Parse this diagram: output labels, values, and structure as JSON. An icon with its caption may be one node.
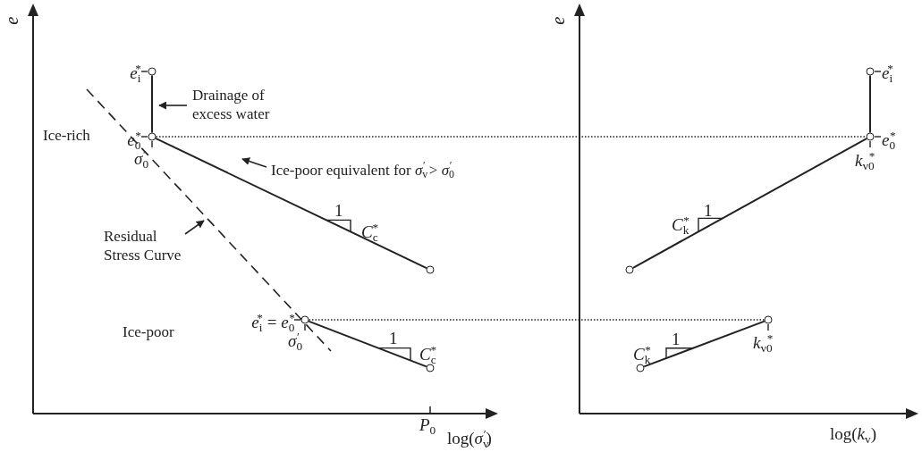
{
  "diagram": {
    "nodes": [
      {
        "text": [],
        "shape": "circle",
        "beside": [
          "*e*$_{i}$$^{*}$"
        ]
      },
      {
        "text": [],
        "shape": "circle",
        "beside": [
          "*e*$_{0}$$^{*}$",
          "*σ*$_{0}$$^{′}$"
        ]
      },
      {
        "text": [],
        "shape": "circle"
      },
      {
        "text": [],
        "shape": "circle",
        "beside": [
          "*e*$_{i}$$^{*}$ = *e*$_{0}$$^{*}$",
          "*σ*$_{0}$$^{′}$"
        ]
      },
      {
        "text": [],
        "shape": "circle"
      },
      {
        "text": [],
        "shape": "circle",
        "beside": [
          "*e*$_{i}$$^{*}$"
        ]
      },
      {
        "text": [],
        "shape": "circle",
        "beside": [
          "*e*$_{0}$$^{*}$",
          "*k*$_{v0}$$^{*}$"
        ]
      },
      {
        "text": [],
        "shape": "circle"
      },
      {
        "text": [],
        "shape": "circle",
        "beside": [
          "*k*$_{v0}$$^{*}$"
        ]
      },
      {
        "text": [],
        "shape": "circle"
      },
      {
        "text": [
          "Drainage of excess water"
        ]
      },
      {
        "text": [
          "Ice-poor equivalent for *σ*$_{v}$$^{′}$ > *σ*$_{0}$$^{′}$"
        ]
      },
      {
        "text": [
          "Residual Stress Curve"
        ]
      }
    ],
    "edges": [
      {
        "from": 0,
        "to": 1,
        "arrow": "none"
      },
      {
        "from": 1,
        "to": 2,
        "arrow": "none"
      },
      {
        "from": 3,
        "to": 4,
        "arrow": "none"
      },
      {
        "from": 5,
        "to": 6,
        "arrow": "none"
      },
      {
        "from": 7,
        "to": 6,
        "arrow": "none"
      },
      {
        "from": 9,
        "to": 8,
        "arrow": "none"
      },
      {
        "from": 1,
        "to": 6,
        "arrow": "none",
        "style": "dashed"
      },
      {
        "from": 3,
        "to": 8,
        "arrow": "none",
        "style": "dashed"
      },
      {
        "from": 10,
        "to": null,
        "arrow": "to"
      },
      {
        "from": 11,
        "to": null,
        "arrow": "to"
      },
      {
        "from": 12,
        "to": null,
        "arrow": "to"
      }
    ],
    "labels": [
      "*e*",
      "Ice-rich",
      "1",
      "*C*$_{c}$$^{*}$",
      "Ice-poor",
      "1",
      "*C*$_{c}$$^{*}$",
      "*P*$_{0}$",
      "log(*σ*$_{v}$$^{′}$)",
      "*e*",
      "*C*$_{k}$$^{*}$",
      "1",
      "*C*$_{k}$$^{*}$",
      "1",
      "log(*k*$_{v}$)"
    ]
  }
}
